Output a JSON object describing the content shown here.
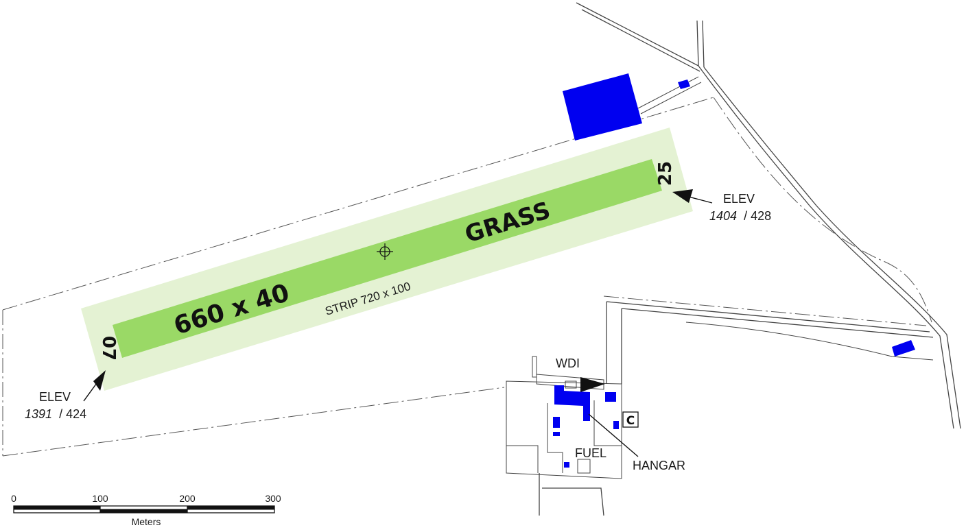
{
  "colors": {
    "strip": "#e4f2d3",
    "runway": "#9ad966",
    "building": "#0000f0",
    "ink": "#111111",
    "line": "#444444"
  },
  "runway": {
    "dimensions": "660 x 40",
    "surface": "GRASS",
    "strip": "STRIP  720 x 100",
    "end_west": "07",
    "end_east": "25"
  },
  "elevations": {
    "west": {
      "label": "ELEV",
      "feet": "1391",
      "meters": "/ 424"
    },
    "east": {
      "label": "ELEV",
      "feet": "1404",
      "meters": "/ 428"
    }
  },
  "facilities": {
    "wdi": "WDI",
    "fuel": "FUEL",
    "hangar": "HANGAR",
    "customs": "C"
  },
  "scale_bar": {
    "ticks": [
      "0",
      "100",
      "200",
      "300"
    ],
    "unit": "Meters"
  },
  "icons": [
    "aerodrome-reference-point-icon",
    "wind-direction-indicator-icon",
    "arrow-icon"
  ]
}
